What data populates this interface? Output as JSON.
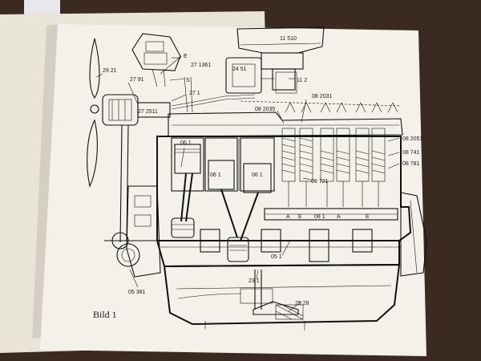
{
  "figure": {
    "caption": "Bild 1",
    "part_labels": [
      "11 510",
      "29 21",
      "27 1361",
      "E",
      "S",
      "24 51",
      "11 2",
      "27 91",
      "27 1",
      "27 2511",
      "08 2031",
      "08 2035",
      "06 1",
      "06 1",
      "06 1",
      "08 721",
      "08 2051",
      "08 741",
      "08 781",
      "A",
      "E",
      "08 1",
      "A",
      "E",
      "05 1",
      "23 1",
      "25 28",
      "05 381"
    ]
  },
  "colors": {
    "table": "#3b2a22",
    "paper": "#f3f1ea",
    "back_page": "#e9e4d8",
    "ink": "#111111"
  }
}
